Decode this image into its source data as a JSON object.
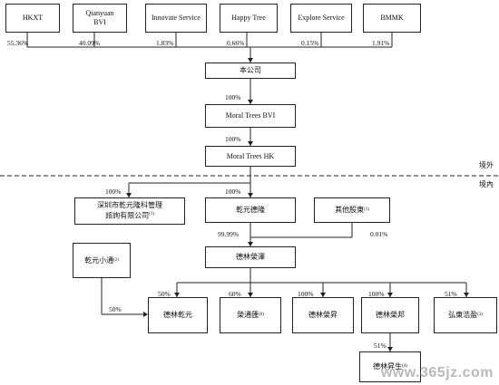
{
  "top_shareholders": [
    {
      "name": "HKXT",
      "pct": "55.36%"
    },
    {
      "name": "Qianyuan BVI",
      "pct": "40.09%"
    },
    {
      "name": "Innovate Service",
      "pct": "1.83%"
    },
    {
      "name": "Happy Tree",
      "pct": "0.66%"
    },
    {
      "name": "Explore Service",
      "pct": "0.15%"
    },
    {
      "name": "BMMK",
      "pct": "1.91%"
    }
  ],
  "company": "本公司",
  "moral_trees_bvi": {
    "name": "Moral Trees BVI",
    "pct": "100%"
  },
  "moral_trees_hk": {
    "name": "Moral Trees HK",
    "pct": "100%"
  },
  "zone_outside": "境外",
  "zone_inside": "境內",
  "shenzhen": {
    "name": "深圳市乾元隆科管理諮詢有限公司",
    "note": "(1)",
    "pct": "100%"
  },
  "qianyuan_delong": {
    "name": "乾元德隆",
    "pct": "100%"
  },
  "other_shareholders": {
    "name": "其他股東",
    "note": "(1)"
  },
  "delin_rongze": {
    "name": "德林榮澤",
    "pct_left": "99.99%",
    "pct_right": "0.01%"
  },
  "qianyuan_xiaotong": {
    "name": "乾元小通",
    "note": "(2)",
    "pct": "50%"
  },
  "subsidiaries": [
    {
      "name": "德林乾元",
      "note": "",
      "pct": "50%"
    },
    {
      "name": "榮通匯",
      "note": "(6)",
      "pct": "60%"
    },
    {
      "name": "德林榮昇",
      "note": "",
      "pct": "100%"
    },
    {
      "name": "德林榮邦",
      "note": "",
      "pct": "100%"
    },
    {
      "name": "弘東浩盈",
      "note": "(3)",
      "pct": "51%"
    }
  ],
  "delin_sheng": {
    "name": "德林昇生",
    "note": "(4)",
    "pct": "51%"
  },
  "watermark": "www.365jz.com"
}
